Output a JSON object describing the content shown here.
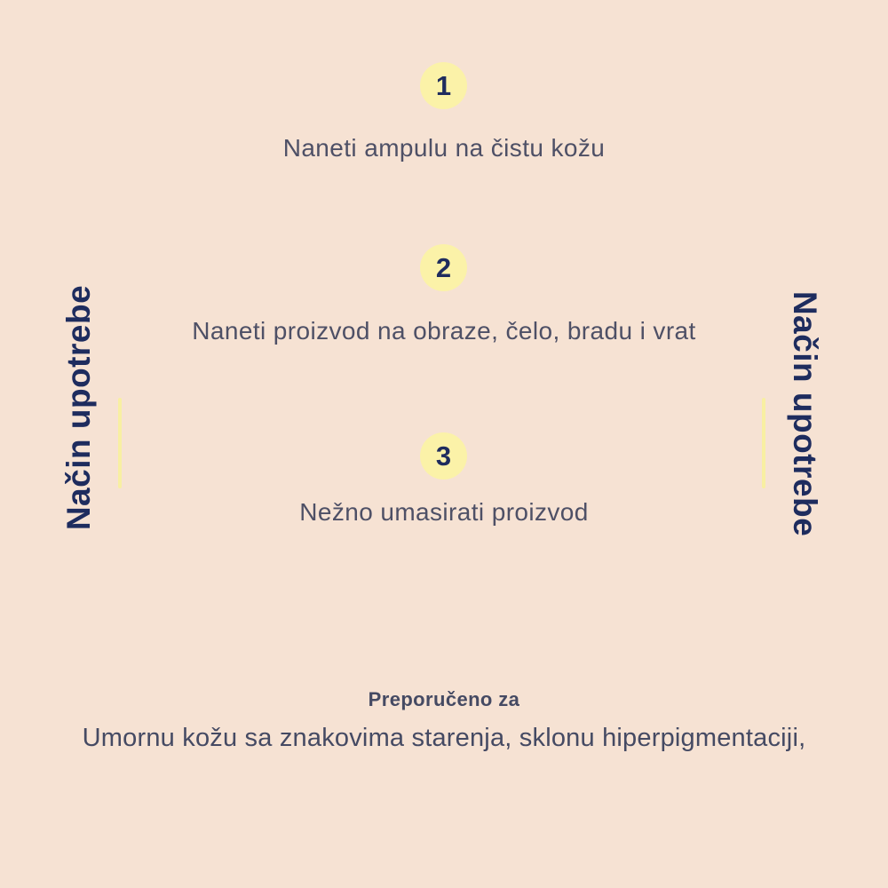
{
  "page": {
    "background_color": "#f6e2d3",
    "accent_navy": "#1e2c5e",
    "body_text_color": "#4e5066",
    "circle_yellow": "#fbf2a8",
    "line_yellow": "#f8efa2"
  },
  "side_labels": {
    "left": "Način upotrebe",
    "right": "Način upotrebe"
  },
  "steps": [
    {
      "number": "1",
      "text": "Naneti ampulu na čistu kožu"
    },
    {
      "number": "2",
      "text": "Naneti proizvod na obraze, čelo, bradu i vrat"
    },
    {
      "number": "3",
      "text": "Nežno umasirati proizvod"
    }
  ],
  "footer": {
    "label": "Preporučeno za",
    "text": "Umornu kožu sa znakovima starenja, sklonu hiperpigmentaciji,"
  }
}
